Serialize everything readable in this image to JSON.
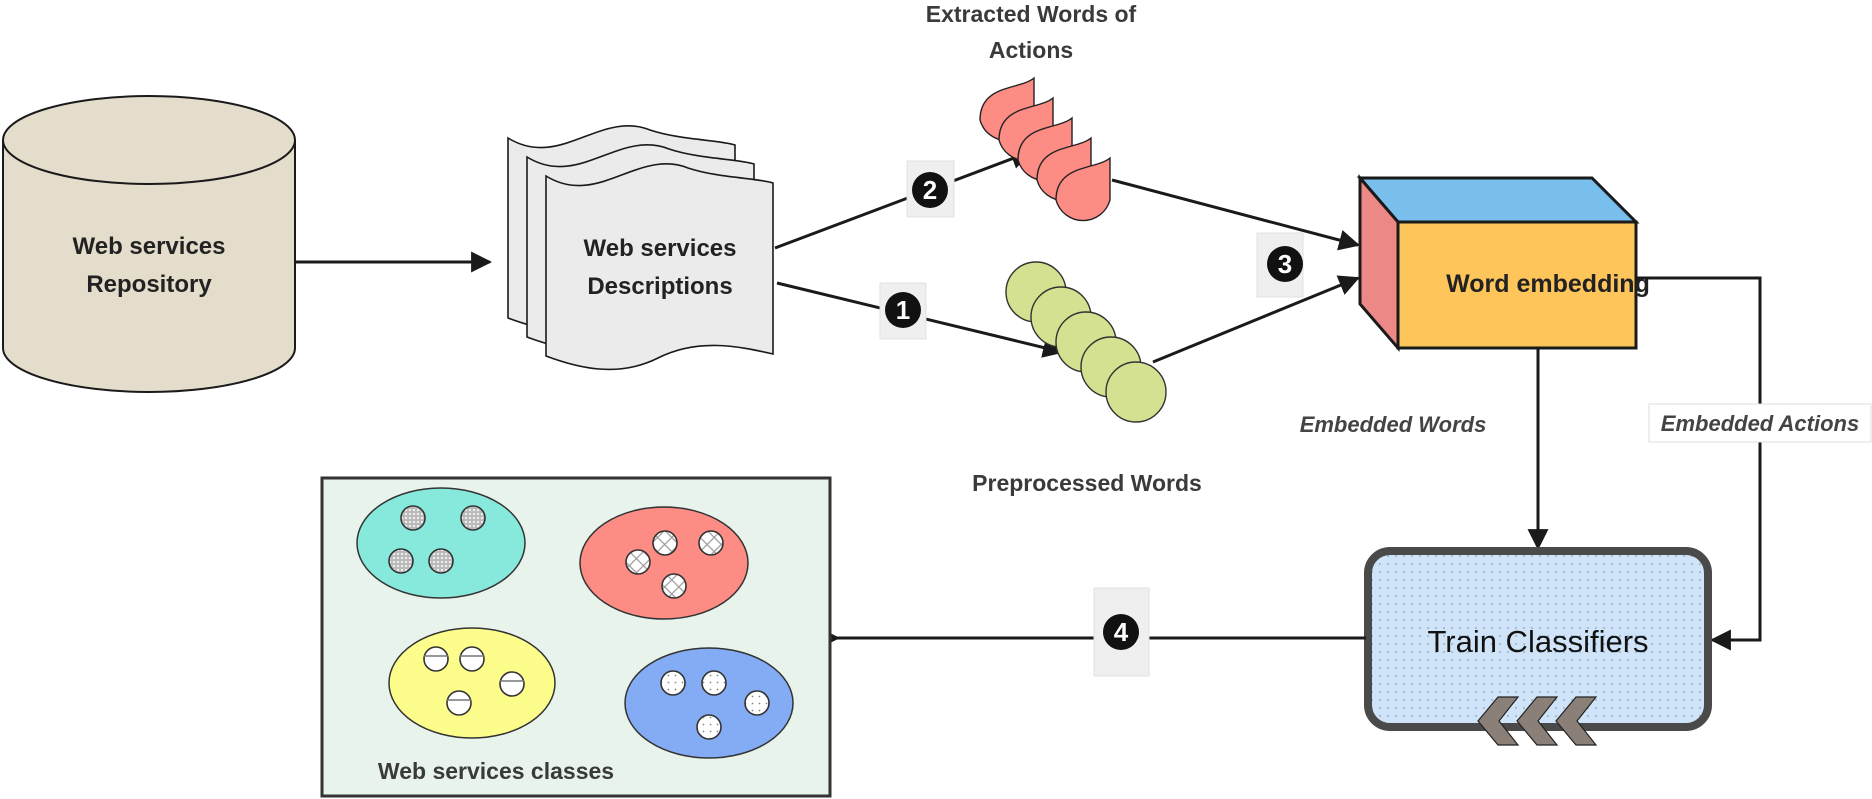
{
  "diagram": {
    "nodes": {
      "repository": {
        "label_line1": "Web services",
        "label_line2": "Repository",
        "fill": "#e5ddcc"
      },
      "descriptions": {
        "label_line1": "Web services",
        "label_line2": "Descriptions",
        "fill": "#ebebeb"
      },
      "extracted_actions": {
        "label_line1": "Extracted Words of",
        "label_line2": "Actions",
        "fill": "#fc8c84",
        "item_count": 5
      },
      "preprocessed_words": {
        "label": "Preprocessed Words",
        "fill": "#d3e190",
        "item_count": 5
      },
      "word_embedding": {
        "label": "Word embedding",
        "front_fill": "#fdc55a",
        "top_fill": "#78bfee",
        "side_fill": "#ec8886"
      },
      "train_classifiers": {
        "label": "Train Classifiers",
        "fill": "#cfe4f8",
        "border": "#4a4a4a",
        "chevron_fill": "#8a8077"
      },
      "ws_classes": {
        "label": "Web services classes",
        "fill": "#e8f3ec",
        "clusters": [
          {
            "name": "cluster-teal",
            "fill": "#86e9dc",
            "members": 4,
            "pattern": "crosshatch-dense"
          },
          {
            "name": "cluster-salmon",
            "fill": "#fc8c84",
            "members": 4,
            "pattern": "cross"
          },
          {
            "name": "cluster-yellow",
            "fill": "#fdfd8c",
            "members": 4,
            "pattern": "horizontal-line"
          },
          {
            "name": "cluster-blue",
            "fill": "#84acf4",
            "members": 4,
            "pattern": "dots"
          }
        ]
      }
    },
    "edge_labels": {
      "embedded_words": "Embedded Words",
      "embedded_actions": "Embedded Actions"
    },
    "steps": [
      {
        "id": "step-1",
        "number": "1"
      },
      {
        "id": "step-2",
        "number": "2"
      },
      {
        "id": "step-3",
        "number": "3"
      },
      {
        "id": "step-4",
        "number": "4"
      }
    ]
  }
}
